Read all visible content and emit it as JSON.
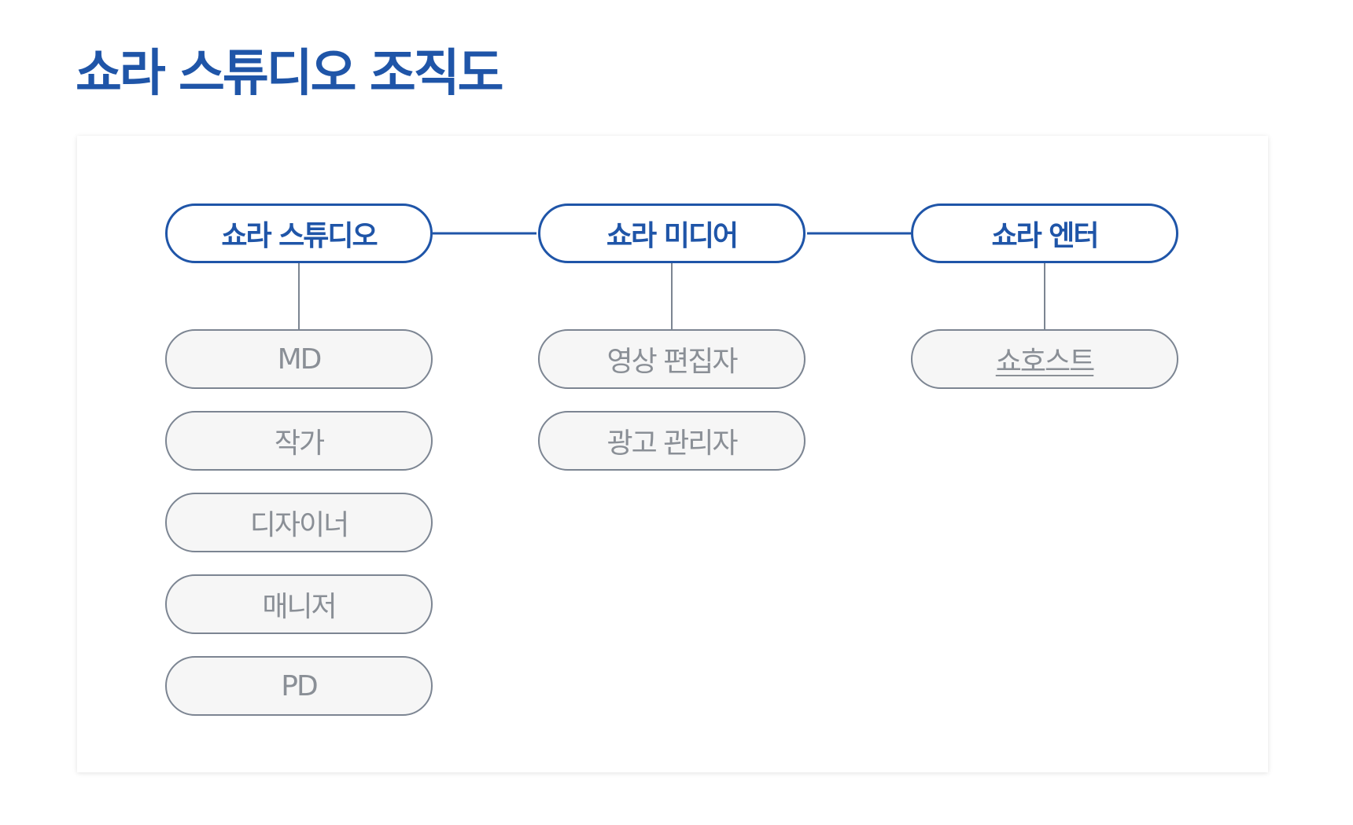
{
  "title": "쇼라 스튜디오 조직도",
  "colors": {
    "accent": "#1f55a8",
    "role_border": "#7c8592",
    "role_fill": "#f6f6f6",
    "role_text": "#8a8f96"
  },
  "columns": [
    {
      "head": "쇼라 스튜디오",
      "roles": [
        "MD",
        "작가",
        "디자이너",
        "매니저",
        "PD"
      ]
    },
    {
      "head": "쇼라 미디어",
      "roles": [
        "영상 편집자",
        "광고 관리자"
      ]
    },
    {
      "head": "쇼라 엔터",
      "roles": [
        "쇼호스트"
      ]
    }
  ]
}
